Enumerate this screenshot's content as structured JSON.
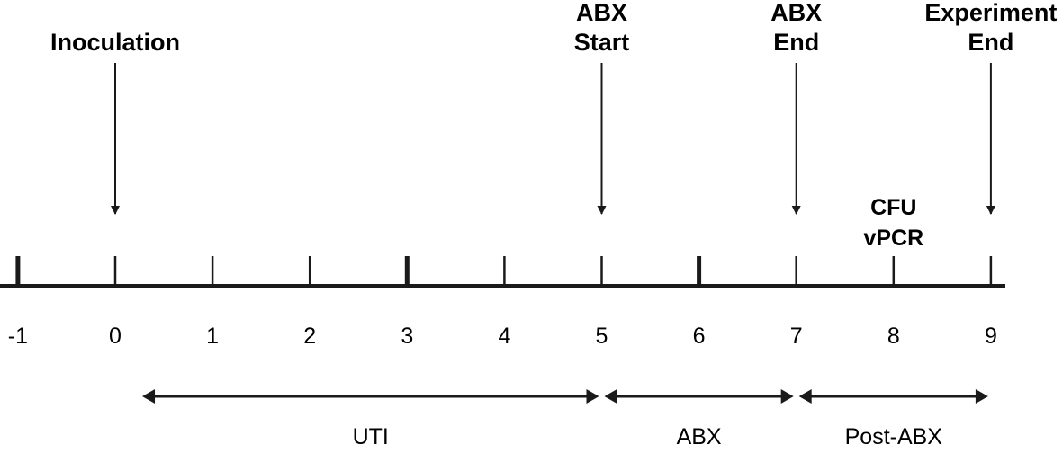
{
  "timeline": {
    "ticks": [
      {
        "label": "-1",
        "value": -1,
        "major": true
      },
      {
        "label": "0",
        "value": 0,
        "major": false
      },
      {
        "label": "1",
        "value": 1,
        "major": false
      },
      {
        "label": "2",
        "value": 2,
        "major": false
      },
      {
        "label": "3",
        "value": 3,
        "major": true
      },
      {
        "label": "4",
        "value": 4,
        "major": false
      },
      {
        "label": "5",
        "value": 5,
        "major": false
      },
      {
        "label": "6",
        "value": 6,
        "major": true
      },
      {
        "label": "7",
        "value": 7,
        "major": false
      },
      {
        "label": "8",
        "value": 8,
        "major": false
      },
      {
        "label": "9",
        "value": 9,
        "major": false
      }
    ],
    "events": [
      {
        "name": "inoculation",
        "day": 0,
        "lines": [
          "Inoculation"
        ]
      },
      {
        "name": "abx-start",
        "day": 5,
        "lines": [
          "ABX",
          "Start"
        ]
      },
      {
        "name": "abx-end",
        "day": 7,
        "lines": [
          "ABX",
          "End"
        ]
      },
      {
        "name": "experiment-end",
        "day": 9,
        "lines": [
          "Experiment",
          "End"
        ]
      }
    ],
    "measurement": {
      "day": 8,
      "lines": [
        "CFU",
        "vPCR"
      ]
    },
    "phases": [
      {
        "name": "uti",
        "label": "UTI",
        "from": 0.25,
        "to": 5
      },
      {
        "name": "abx",
        "label": "ABX",
        "from": 5,
        "to": 7
      },
      {
        "name": "post-abx",
        "label": "Post-ABX",
        "from": 7,
        "to": 9
      }
    ],
    "colors": {
      "line": "#1a1a1a",
      "text": "#000000"
    }
  }
}
